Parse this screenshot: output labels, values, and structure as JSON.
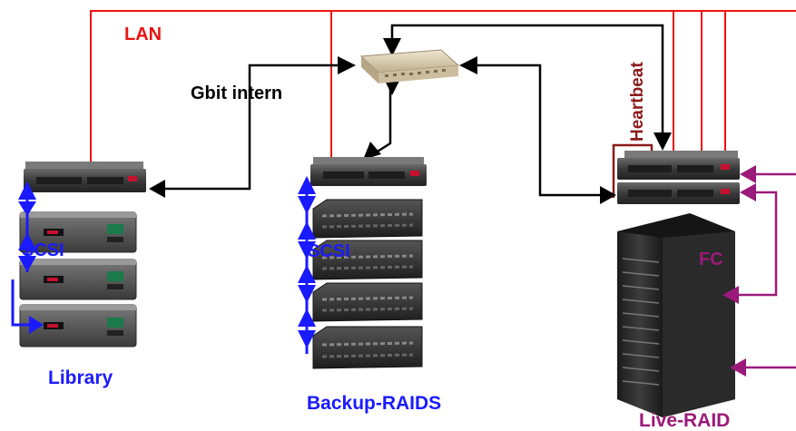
{
  "labels": {
    "lan": "LAN",
    "gbit": "Gbit intern",
    "heartbeat": "Heartbeat",
    "scsi_left": "SCSI",
    "scsi_mid": "SCSI",
    "fc": "FC",
    "library": "Library",
    "backup_raids": "Backup-RAIDS",
    "live_raid": "Live-RAID"
  },
  "colors": {
    "lan": "#ee1111",
    "gbit": "#000000",
    "heartbeat": "#8b1a1a",
    "scsi": "#1a1aff",
    "fc": "#9b1a7a",
    "device_dark": "#2f2f2f",
    "device_mid": "#4a4a4a",
    "switch": "#d8cbb0"
  },
  "icons": {
    "switch": "network-switch-icon",
    "server": "rack-server-icon",
    "tape": "tape-library-unit-icon",
    "raid": "raid-enclosure-icon",
    "storage_cabinet": "storage-cabinet-icon"
  }
}
